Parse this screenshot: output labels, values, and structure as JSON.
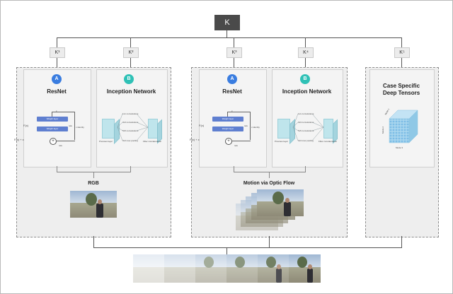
{
  "root": {
    "label": "K"
  },
  "branches": [
    {
      "label": "K¹"
    },
    {
      "label": "K²"
    },
    {
      "label": "K³"
    },
    {
      "label": "K⁴"
    },
    {
      "label": "K⁵"
    }
  ],
  "rgb_panel": {
    "resnet": {
      "badge": "A",
      "title": "ResNet"
    },
    "inception": {
      "badge": "B",
      "title": "Inception Network"
    },
    "caption": "RGB"
  },
  "flow_panel": {
    "resnet": {
      "badge": "A",
      "title": "ResNet"
    },
    "inception": {
      "badge": "B",
      "title": "Inception Network"
    },
    "caption": "Motion via Optic Flow"
  },
  "tensor_panel": {
    "title_line1": "Case Specific",
    "title_line2": "Deep Tensors"
  },
  "resnet_diagram": {
    "x_label": "x",
    "fx_label": "F(x)",
    "relu_label": "relu",
    "layer1": "Weight layer",
    "layer2": "Weight layer",
    "identity_label": "x identity",
    "sum_label": "F(x) + x",
    "out_relu": "relu"
  },
  "inception_diagram": {
    "left_label": "Previous layer",
    "right_label": "Filter concatenation",
    "rows": [
      "1x1 convolutions",
      "3x3 convolutions",
      "5x5 convolutions",
      "3x3 max pooling"
    ]
  },
  "tensor_diagram": {
    "label_top": "Mode 1",
    "label_left": "Mode 2",
    "label_bottom": "Mode 3"
  },
  "colors": {
    "badge_a": "#3a7de0",
    "badge_b": "#2fc1b6",
    "root_fill": "#4a4a4a",
    "weight_layer": "#5f7fd0",
    "tensor_cube": "#9fd0e8"
  }
}
